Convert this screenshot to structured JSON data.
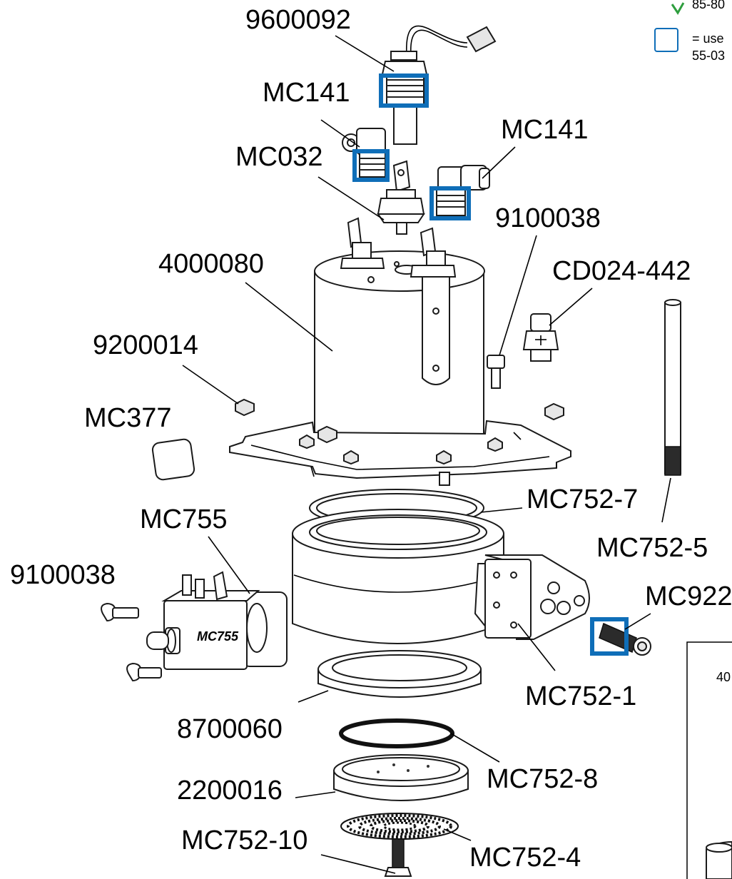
{
  "labels": {
    "p9600092": "9600092",
    "mc141_left": "MC141",
    "mc141_right": "MC141",
    "mc032": "MC032",
    "p9100038_top": "9100038",
    "p4000080": "4000080",
    "cd024": "CD024-442",
    "p9200014": "9200014",
    "mc377": "MC377",
    "mc752_7": "MC752-7",
    "mc755": "MC755",
    "mc752_5": "MC752-5",
    "p9100038_left": "9100038",
    "mc922": "MC922",
    "mc752_1": "MC752-1",
    "p8700060": "8700060",
    "mc752_8": "MC752-8",
    "p2200016": "2200016",
    "mc752_10": "MC752-10",
    "mc752_4": "MC752-4"
  },
  "legend": {
    "blue_box_text_1": "= use",
    "blue_box_text_2": "55-03",
    "top_cut_text": "85-80"
  },
  "inset_label": "40",
  "part_markings": {
    "solenoid": "MC755"
  },
  "colors": {
    "highlight_blue": "#0f6eb8",
    "check_green": "#2e9e3e"
  }
}
